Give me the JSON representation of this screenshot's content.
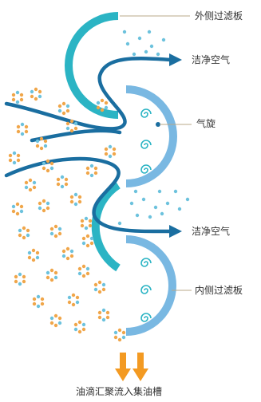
{
  "labels": {
    "outer_filter": "外侧过滤板",
    "clean_air_top": "洁净空气",
    "cyclone": "气旋",
    "clean_air_bottom": "洁净空气",
    "inner_filter": "内侧过滤板",
    "oil_collect": "油滴汇聚流入集油槽"
  },
  "colors": {
    "outer_arc": "#2bb4c4",
    "inner_arc": "#79b8e2",
    "airflow": "#1a6ea0",
    "oil_dot": "#f0a64a",
    "clean_dot": "#6cc2dd",
    "drain_arrow": "#f39a22",
    "leader_line": "#b8a88a"
  }
}
